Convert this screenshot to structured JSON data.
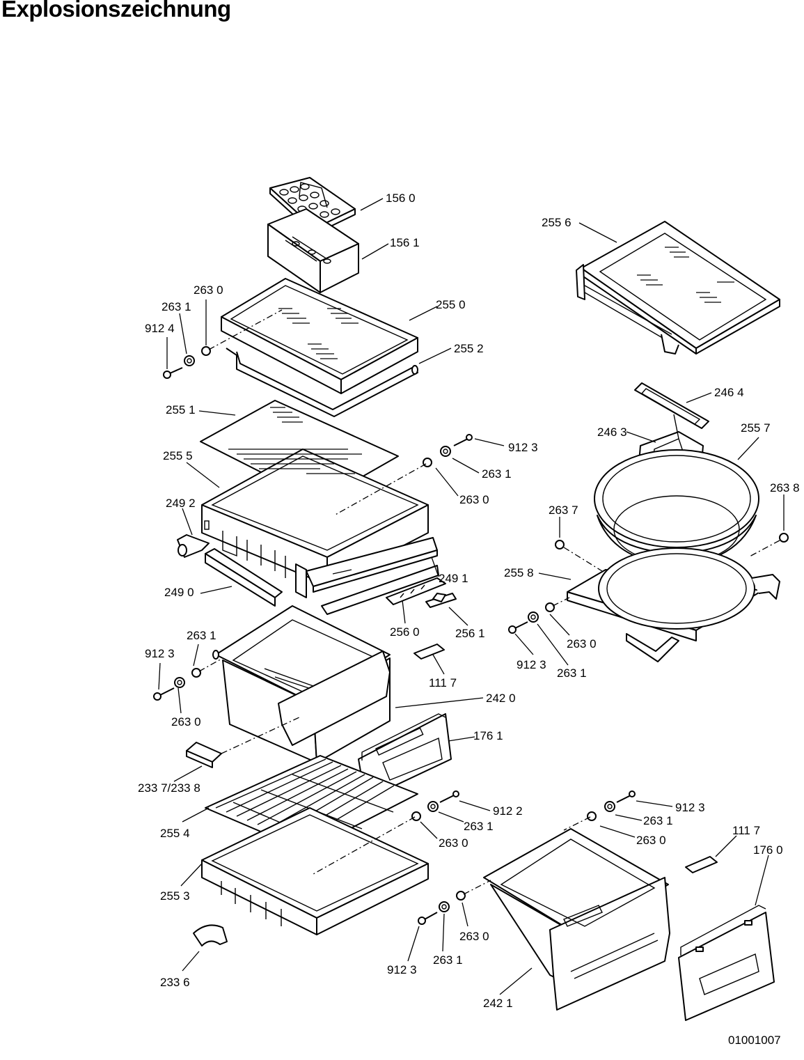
{
  "title": "Explosionszeichnung",
  "drawing_number": "01001007",
  "callouts": [
    {
      "id": "c1560",
      "label": "156 0"
    },
    {
      "id": "c1561",
      "label": "156 1"
    },
    {
      "id": "c2556",
      "label": "255 6"
    },
    {
      "id": "c2630a",
      "label": "263 0"
    },
    {
      "id": "c2631a",
      "label": "263 1"
    },
    {
      "id": "c9124",
      "label": "912 4"
    },
    {
      "id": "c2550",
      "label": "255 0"
    },
    {
      "id": "c2552",
      "label": "255 2"
    },
    {
      "id": "c2464",
      "label": "246 4"
    },
    {
      "id": "c2551",
      "label": "255 1"
    },
    {
      "id": "c2463",
      "label": "246 3"
    },
    {
      "id": "c2557",
      "label": "255 7"
    },
    {
      "id": "c9123a",
      "label": "912 3"
    },
    {
      "id": "c2555",
      "label": "255 5"
    },
    {
      "id": "c2631b",
      "label": "263 1"
    },
    {
      "id": "c2638",
      "label": "263 8"
    },
    {
      "id": "c2492",
      "label": "249 2"
    },
    {
      "id": "c2630b",
      "label": "263 0"
    },
    {
      "id": "c2637",
      "label": "263 7"
    },
    {
      "id": "c2558",
      "label": "255 8"
    },
    {
      "id": "c2491",
      "label": "249 1"
    },
    {
      "id": "c2490",
      "label": "249 0"
    },
    {
      "id": "c2560",
      "label": "256 0"
    },
    {
      "id": "c2561",
      "label": "256 1"
    },
    {
      "id": "c2630c",
      "label": "263 0"
    },
    {
      "id": "c2631c",
      "label": "263 1"
    },
    {
      "id": "c9123b",
      "label": "912 3"
    },
    {
      "id": "c9123c",
      "label": "912 3"
    },
    {
      "id": "c2631d",
      "label": "263 1"
    },
    {
      "id": "c1117a",
      "label": "111 7"
    },
    {
      "id": "c2420",
      "label": "242 0"
    },
    {
      "id": "c2630d",
      "label": "263 0"
    },
    {
      "id": "c1761",
      "label": "176 1"
    },
    {
      "id": "c2337",
      "label": "233 7/233 8"
    },
    {
      "id": "c9122",
      "label": "912 2"
    },
    {
      "id": "c9123d",
      "label": "912 3"
    },
    {
      "id": "c2554",
      "label": "255 4"
    },
    {
      "id": "c2631e",
      "label": "263 1"
    },
    {
      "id": "c2631f",
      "label": "263 1"
    },
    {
      "id": "c1117b",
      "label": "111 7"
    },
    {
      "id": "c2630e",
      "label": "263 0"
    },
    {
      "id": "c2630f",
      "label": "263 0"
    },
    {
      "id": "c1760",
      "label": "176 0"
    },
    {
      "id": "c2553",
      "label": "255 3"
    },
    {
      "id": "c2630g",
      "label": "263 0"
    },
    {
      "id": "c9123e",
      "label": "912 3"
    },
    {
      "id": "c2631g",
      "label": "263 1"
    },
    {
      "id": "c2336",
      "label": "233 6"
    },
    {
      "id": "c2421",
      "label": "242 1"
    }
  ]
}
